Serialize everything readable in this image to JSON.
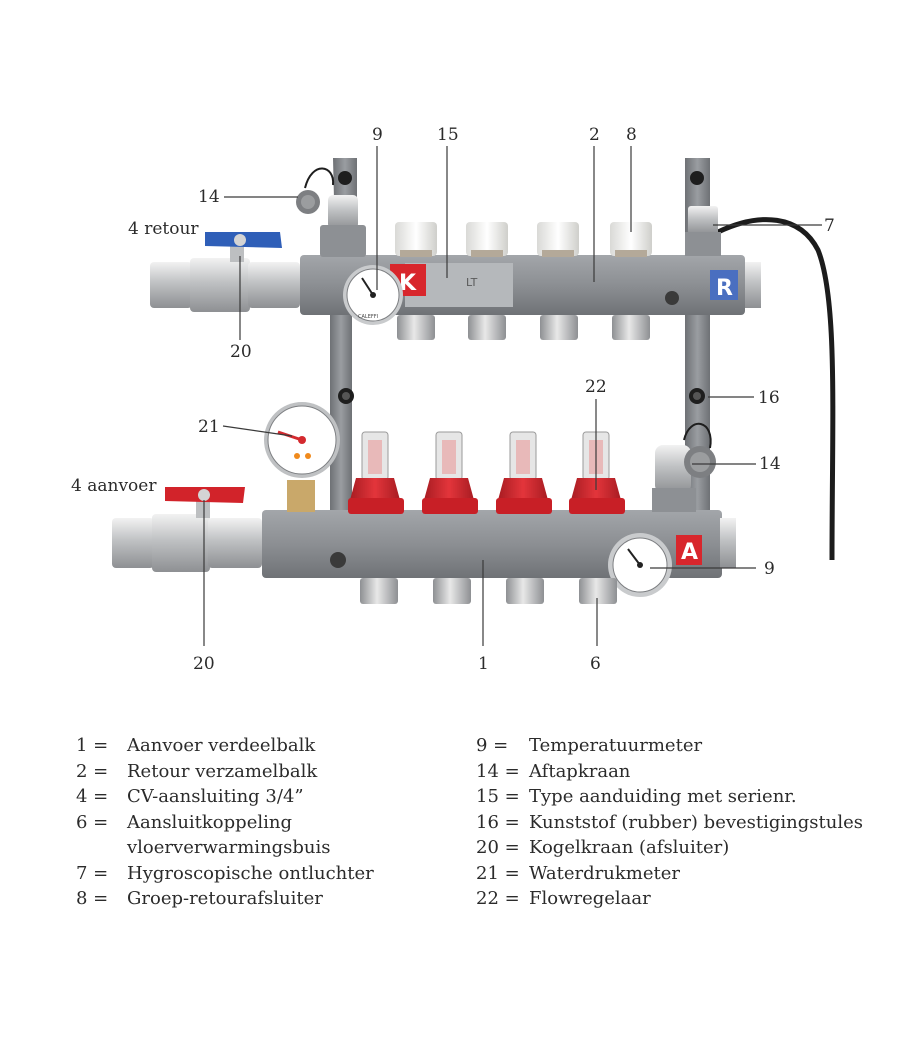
{
  "diagram": {
    "callouts": {
      "c9_top": "9",
      "c15": "15",
      "c2": "2",
      "c8": "8",
      "c14_top": "14",
      "c4_retour": "4 retour",
      "c7": "7",
      "c20_top": "20",
      "c16": "16",
      "c21": "21",
      "c22": "22",
      "c14_mid": "14",
      "c4_aanvoer": "4 aanvoer",
      "c9_bottom": "9",
      "c20_bottom": "20",
      "c1": "1",
      "c6": "6"
    },
    "labels": {
      "plate_k": "K",
      "plate_r": "R",
      "plate_a": "A",
      "type_plate": "LT",
      "gauge_brand": "CALEFFI"
    },
    "colors": {
      "bar": "#8c8f93",
      "valve_blue": "#2f5fb8",
      "valve_red": "#d2232a",
      "flow_red": "#d42a2f",
      "plate_k": "#d8262c",
      "plate_r": "#4a6fc0",
      "plate_a": "#d8262c",
      "brass": "#c9a86a"
    }
  },
  "legend": {
    "left": [
      {
        "num": "1 =",
        "text": "Aanvoer verdeelbalk"
      },
      {
        "num": "2 =",
        "text": "Retour verzamelbalk"
      },
      {
        "num": "4 =",
        "text": "CV-aansluiting 3/4”"
      },
      {
        "num": "6 =",
        "text": "Aansluitkoppeling"
      },
      {
        "num": "",
        "text": "vloerverwarmingsbuis"
      },
      {
        "num": "7 =",
        "text": "Hygroscopische ontluchter"
      },
      {
        "num": "8 =",
        "text": "Groep-retourafsluiter"
      }
    ],
    "right": [
      {
        "num": "9 =",
        "text": "Temperatuurmeter"
      },
      {
        "num": "14 =",
        "text": "Aftapkraan"
      },
      {
        "num": "15 =",
        "text": "Type aanduiding met serienr."
      },
      {
        "num": "16 =",
        "text": "Kunststof (rubber) bevestigingstules"
      },
      {
        "num": "20 =",
        "text": "Kogelkraan (afsluiter)"
      },
      {
        "num": "21 =",
        "text": "Waterdrukmeter"
      },
      {
        "num": "22 =",
        "text": "Flowregelaar"
      }
    ]
  }
}
